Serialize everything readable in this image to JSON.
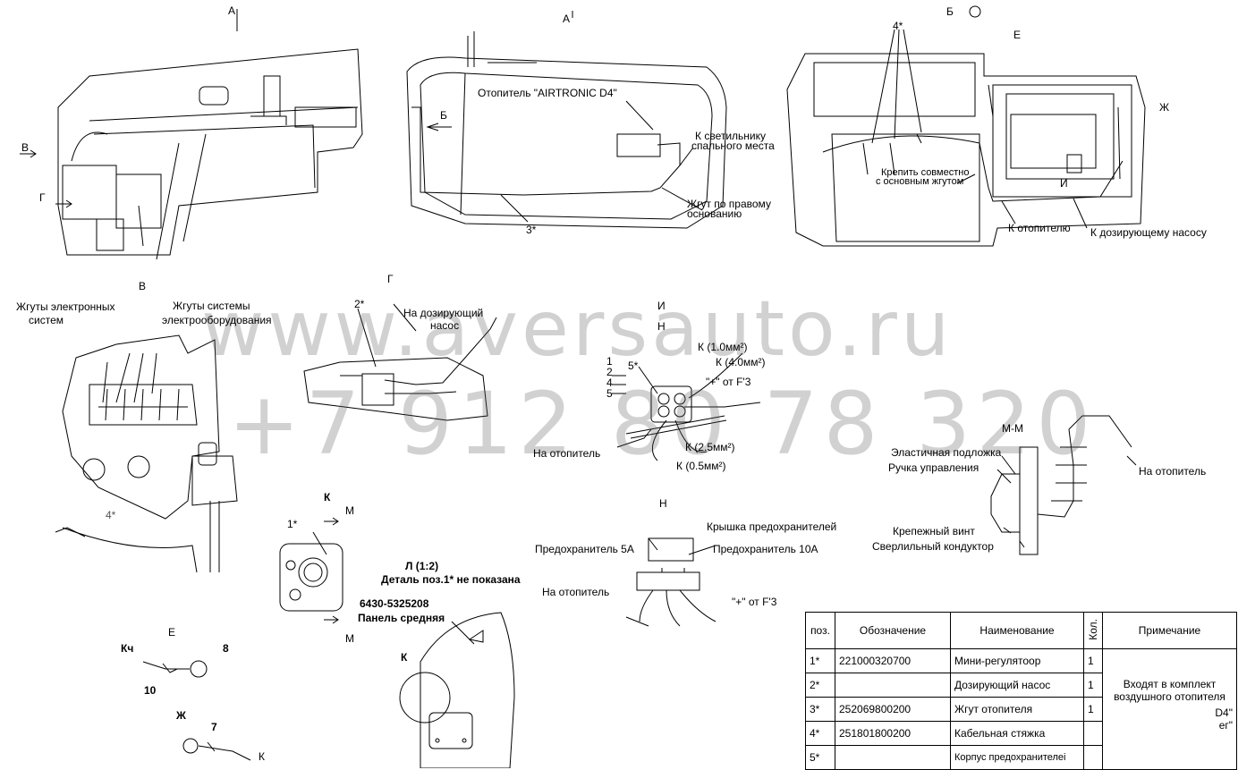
{
  "views": {
    "a_top_arrow": "А",
    "a_title": "А",
    "b_title": "Б",
    "v_title": "В",
    "g_title": "Г",
    "i_title": "И",
    "n_small": "Н",
    "n_title": "Н",
    "k_title": "К",
    "e_title": "Е",
    "zh_title": "Ж",
    "mm_title": "М-М",
    "l_title": "Л (1:2)",
    "l_note": "Деталь поз.1* не показана"
  },
  "arrows": {
    "v": "В",
    "g": "Г",
    "b": "Б",
    "e": "Е",
    "zh": "Ж",
    "i": "И",
    "m_top": "М",
    "m_bottom": "М",
    "k_detail": "К"
  },
  "labels": {
    "heater_airtronic": "Отопитель \"AIRTRONIC D4\"",
    "to_light_1": "К  светильнику",
    "to_light_2": "спального места",
    "harness_right_1": "Жгут по правому",
    "harness_right_2": "основанию",
    "pos3": "3*",
    "pos4_b": "4*",
    "fix_together_1": "Крепить совместно",
    "fix_together_2": "с основным жгутом",
    "to_heater_b": "К отопителю",
    "to_dosing_pump_b": "К дозирующему насосу",
    "el_systems_1": "Жгуты электронных",
    "el_systems_2": "систем",
    "el_equipment_1": "Жгуты системы",
    "el_equipment_2": "электрооборудования",
    "pos2": "2*",
    "dosing_pump_1": "На дозирующий",
    "dosing_pump_2": "насос",
    "k_1_0": "К (1.0мм²)",
    "k_4_0": "К (4.0мм²)",
    "plus_f3_i": "\"+\" от F'3",
    "pos5": "5*",
    "n1": "1",
    "n2": "2",
    "n4": "4",
    "n5": "5",
    "to_heater_i": "На отопитель",
    "k_2_5": "К (2.5мм²)",
    "k_0_5": "К (0.5мм²)",
    "pos4_v": "4*",
    "pos1": "1*",
    "elastic_pad": "Эластичная подложка",
    "control_knob": "Ручка управления",
    "to_heater_mm": "На отопитель",
    "mount_screw": "Крепежный винт",
    "drill_jig": "Сверлильный кондуктор",
    "fuse_cover": "Крышка предохранителей",
    "fuse_5a": "Предохранитель 5А",
    "fuse_10a": "Предохранитель 10А",
    "to_heater_n": "На отопитель",
    "plus_f3_n": "\"+\" от F'3",
    "part_no": "6430-5325208",
    "panel_mid": "Панель средняя",
    "kch": "Кч",
    "n8": "8",
    "n10": "10",
    "n7": "7",
    "k_cut": "К"
  },
  "watermark": {
    "line1": "www.aversauto.ru",
    "line2": "+7 912 80 78 320"
  },
  "spec_table": {
    "headers": [
      "поз.",
      "Обозначение",
      "Наименование",
      "Кол.",
      "Примечание"
    ],
    "rows": [
      {
        "pos": "1*",
        "code": "221000320700",
        "name": "Мини-регулятоор",
        "qty": "1"
      },
      {
        "pos": "2*",
        "code": "",
        "name": "Дозирующий насос",
        "qty": "1"
      },
      {
        "pos": "3*",
        "code": "252069800200",
        "name": "Жгут отопителя",
        "qty": "1"
      },
      {
        "pos": "4*",
        "code": "251801800200",
        "name": "Кабельная стяжка",
        "qty": ""
      },
      {
        "pos": "5*",
        "code": "",
        "name": "Корпус предохранителеі",
        "qty": ""
      }
    ],
    "note": "Входят в комплект воздушного отопителя",
    "note_tail_1": "D4\"",
    "note_tail_2": "ег\""
  }
}
